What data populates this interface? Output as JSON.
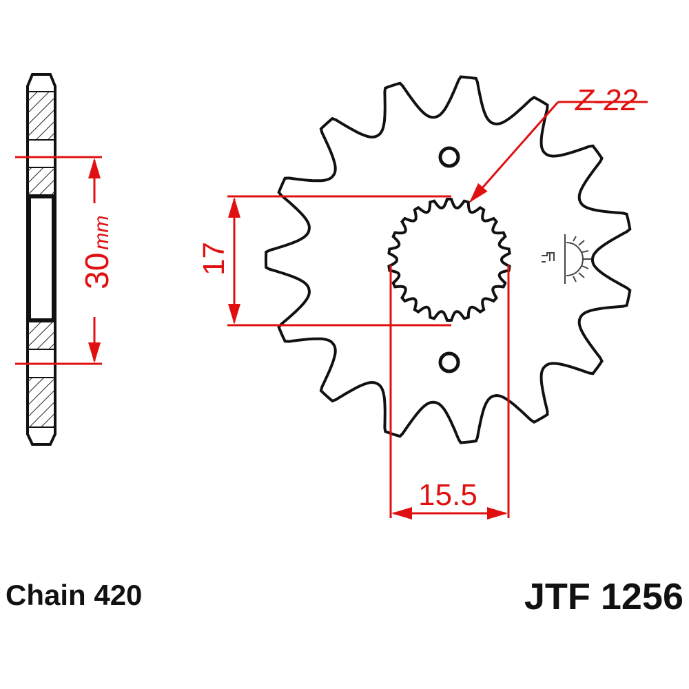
{
  "colors": {
    "outline": "#111111",
    "dimension": "#e01010"
  },
  "sprocket": {
    "teeth": 15,
    "spline_teeth": 22
  },
  "dimensions": {
    "bolt_circle": "30",
    "bolt_circle_unit": "mm",
    "spline_height": "17",
    "spline_width": "15.5",
    "spline_count_label": "Z-22"
  },
  "labels": {
    "chain": "Chain 420",
    "part_number": "JTF 1256"
  },
  "icons": {
    "orientation_mark": "half-sun-symbol"
  }
}
